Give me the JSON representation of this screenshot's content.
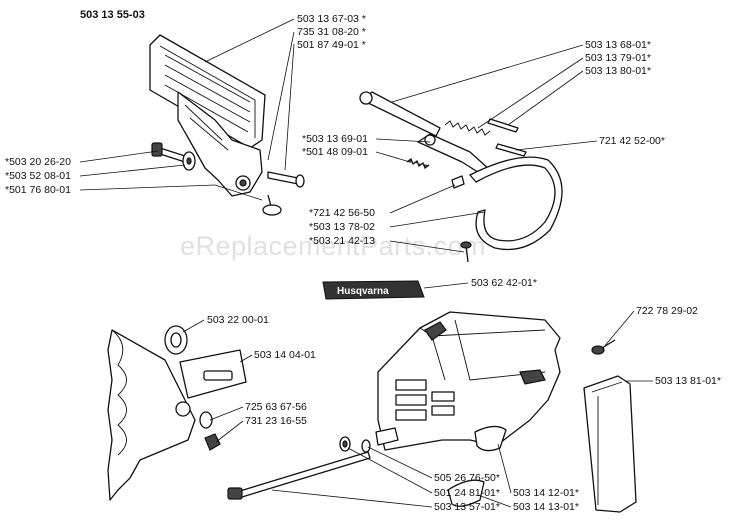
{
  "diagram": {
    "assembly_number": "503 13 55-03",
    "watermark": "eReplacementParts.com",
    "logo_text": "Husqvarna",
    "labels": [
      {
        "id": "p1",
        "text": "503 13 67-03 *"
      },
      {
        "id": "p2",
        "text": "735 31 08-20 *"
      },
      {
        "id": "p3",
        "text": "501 87 49-01 *"
      },
      {
        "id": "p4",
        "text": "*503 20 26-20"
      },
      {
        "id": "p5",
        "text": "*503 52 08-01"
      },
      {
        "id": "p6",
        "text": "*501 76 80-01"
      },
      {
        "id": "p7",
        "text": "503 13 68-01*"
      },
      {
        "id": "p8",
        "text": "503 13 79-01*"
      },
      {
        "id": "p9",
        "text": "503 13 80-01*"
      },
      {
        "id": "p10",
        "text": "*503 13 69-01"
      },
      {
        "id": "p11",
        "text": "*501 48 09-01"
      },
      {
        "id": "p12",
        "text": "721 42 52-00*"
      },
      {
        "id": "p13",
        "text": "*721 42 56-50"
      },
      {
        "id": "p14",
        "text": "*503 13 78-02"
      },
      {
        "id": "p15",
        "text": "*503 21 42-13"
      },
      {
        "id": "p16",
        "text": "503 62 42-01*"
      },
      {
        "id": "p17",
        "text": "503 22 00-01"
      },
      {
        "id": "p18",
        "text": "503 14 04-01"
      },
      {
        "id": "p19",
        "text": "722 78 29-02"
      },
      {
        "id": "p20",
        "text": "503 13 81-01*"
      },
      {
        "id": "p21",
        "text": "725 63 67-56"
      },
      {
        "id": "p22",
        "text": "731 23 16-55"
      },
      {
        "id": "p23",
        "text": "505 26 76-50*"
      },
      {
        "id": "p24",
        "text": "501 24 81-01*"
      },
      {
        "id": "p25",
        "text": "503 13 57-01*"
      },
      {
        "id": "p26",
        "text": "503 14 12-01*"
      },
      {
        "id": "p27",
        "text": "503 14 13-01*"
      }
    ]
  }
}
